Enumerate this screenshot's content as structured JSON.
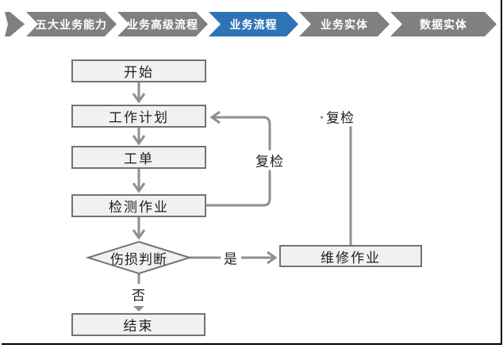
{
  "breadcrumb": {
    "items": [
      {
        "label": "五大业务能力",
        "active": false
      },
      {
        "label": "业务高级流程",
        "active": false
      },
      {
        "label": "业务流程",
        "active": true
      },
      {
        "label": "业务实体",
        "active": false
      },
      {
        "label": "数据实体",
        "active": false
      }
    ],
    "active_color": "#2E74B5",
    "inactive_color": "#808080"
  },
  "flowchart": {
    "nodes": [
      {
        "id": "start",
        "label": "开始",
        "type": "process"
      },
      {
        "id": "work-plan",
        "label": "工作计划",
        "type": "process"
      },
      {
        "id": "work-order",
        "label": "工单",
        "type": "process"
      },
      {
        "id": "inspection-job",
        "label": "检测作业",
        "type": "process"
      },
      {
        "id": "damage-judgment",
        "label": "伤损判断",
        "type": "decision"
      },
      {
        "id": "repair-job",
        "label": "维修作业",
        "type": "process"
      },
      {
        "id": "end",
        "label": "结束",
        "type": "process"
      }
    ],
    "edge_labels": {
      "recheck_inner": "复检",
      "recheck_outer": "复检",
      "yes": "是",
      "no": "否"
    },
    "colors": {
      "node_fill": "#f1f1f1",
      "node_border": "#737373",
      "connector": "#8f8f8f",
      "text": "#1f1f1f"
    }
  }
}
